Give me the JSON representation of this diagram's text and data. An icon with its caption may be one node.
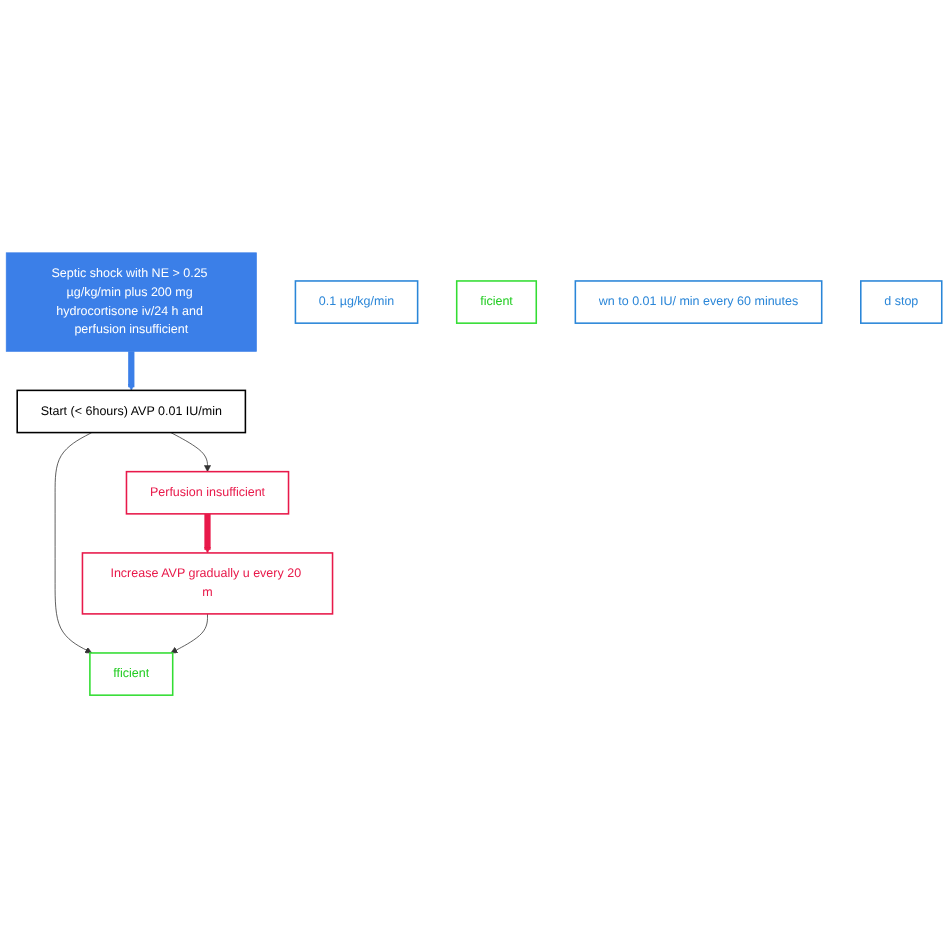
{
  "diagram": {
    "nodes": [
      {
        "text": [
          "Septic shock with NE > 0.25 µg/kg/min plus 200 mg hydrocortisone iv/24 h and perfusion insufficient"
        ]
      },
      {
        "text": [
          "Start (< 6hours) AVP 0.01 IU/min"
        ]
      },
      {
        "text": [
          "fficient"
        ]
      },
      {
        "text": [
          "Perfusion insufficient"
        ]
      },
      {
        "text": [
          "Increase AVP gradually u every 20 m"
        ]
      },
      {
        "text": [
          "0.1 µg/kg/min"
        ]
      },
      {
        "text": [
          "ficient"
        ]
      },
      {
        "text": [
          "wn to 0.01 IU/ min every 60 minutes"
        ]
      },
      {
        "text": [
          "d stop"
        ]
      }
    ],
    "edges": [
      {
        "from": 0,
        "to": 1,
        "arrow": "to",
        "style": "thick",
        "color": "#3b7fe8"
      },
      {
        "from": 1,
        "to": 2,
        "arrow": "to"
      },
      {
        "from": 1,
        "to": 3,
        "arrow": "to"
      },
      {
        "from": 3,
        "to": 4,
        "arrow": "to",
        "style": "thick",
        "color": "#e8194a"
      },
      {
        "from": 4,
        "to": 2,
        "arrow": "to"
      }
    ]
  }
}
